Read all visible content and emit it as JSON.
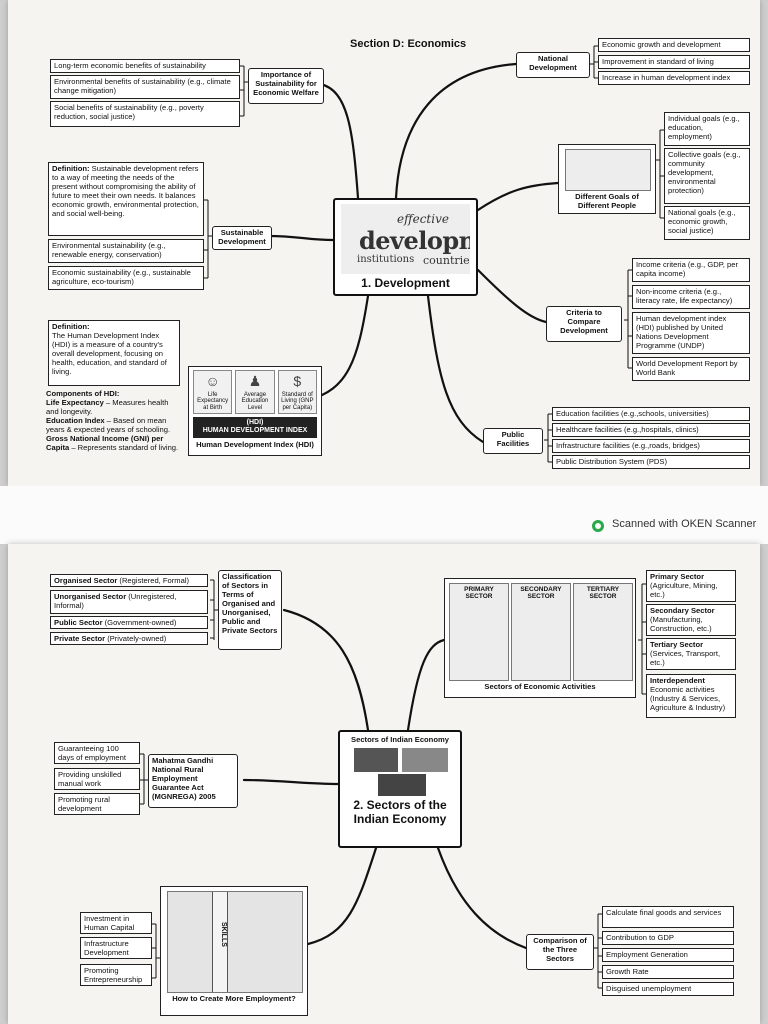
{
  "scanner": {
    "label": "Scanned with OKEN Scanner"
  },
  "page1": {
    "section_title": "Section D: Economics",
    "central": {
      "title": "1. Development",
      "cloud_main": "development",
      "cloud_word_a": "effective",
      "cloud_word_b": "institutions",
      "cloud_word_c": "countries"
    },
    "importance": {
      "label": "Importance of Sustainability for Economic Welfare",
      "items": [
        "Long-term economic benefits of sustainability",
        "Environmental benefits of sustainability (e.g., climate change mitigation)",
        "Social benefits of sustainability (e.g., poverty reduction, social justice)"
      ]
    },
    "sustainable": {
      "label": "Sustainable Development",
      "definition_label": "Definition:",
      "definition_text": "Sustainable development refers to a way of meeting the needs of the present without compromising the ability of future to meet their own needs. It balances economic growth, environmental protection, and social well-being.",
      "items": [
        "Environmental sustainability (e.g., renewable energy, conservation)",
        "Economic sustainability (e.g., sustainable agriculture, eco-tourism)"
      ]
    },
    "hdi": {
      "label": "Human Development Index (HDI)",
      "definition_label": "Definition:",
      "definition_text": "The Human Development Index (HDI) is a measure of a country's overall development, focusing on health, education, and standard of living.",
      "components_label": "Components of HDI:",
      "le_label": "Life Expectancy",
      "le_text": " – Measures health and longevity.",
      "ei_label": "Education Index",
      "ei_text": " – Based on mean years & expected years of schooling.",
      "gni_label": "Gross National Income (GNI) per Capita",
      "gni_text": " – Represents standard of living.",
      "img_le": "Life Expectancy at Birth",
      "img_edu": "Average Education Level",
      "img_sol": "Standard of Living (GNP per Capita)",
      "band_short": "(HDI)",
      "band_long": "HUMAN DEVELOPMENT INDEX"
    },
    "national": {
      "label": "National Development",
      "items": [
        "Economic growth and development",
        "Improvement in standard of living",
        "Increase in human development index"
      ]
    },
    "goals": {
      "label": "Different Goals of Different People",
      "items": [
        "Individual goals (e.g., education, employment)",
        "Collective goals (e.g., community development, environmental protection)",
        "National goals (e.g., economic growth, social justice)"
      ]
    },
    "criteria": {
      "label": "Criteria to Compare Development",
      "items": [
        "Income criteria (e.g., GDP, per capita income)",
        "Non-income criteria (e.g., literacy rate, life expectancy)",
        "Human development index (HDI) published by United Nations Development Programme (UNDP)",
        "World Development Report by World Bank"
      ]
    },
    "public": {
      "label": "Public Facilities",
      "items": [
        "Education facilities (e.g.,schools, universities)",
        "Healthcare facilities (e.g.,hospitals, clinics)",
        "Infrastructure facilities (e.g.,roads, bridges)",
        "Public Distribution System (PDS)"
      ]
    }
  },
  "page2": {
    "central": {
      "header": "Sectors of Indian Economy",
      "title": "2. Sectors of the Indian Economy"
    },
    "classification": {
      "label": "Classification of Sectors in Terms of Organised and Unorganised, Public and Private Sectors",
      "items": [
        {
          "bold": "Organised Sector",
          "rest": " (Registered, Formal)"
        },
        {
          "bold": "Unorganised Sector",
          "rest": " (Unregistered, Informal)"
        },
        {
          "bold": "Public Sector",
          "rest": " (Government-owned)"
        },
        {
          "bold": "Private Sector",
          "rest": " (Privately-owned)"
        }
      ]
    },
    "activities": {
      "label": "Sectors of Economic Activities",
      "img_primary": "PRIMARY SECTOR",
      "img_secondary": "SECONDARY SECTOR",
      "img_tertiary": "TERTIARY SECTOR",
      "items": [
        {
          "bold": "Primary Sector",
          "rest": " (Agriculture, Mining, etc.)"
        },
        {
          "bold": "Secondary Sector",
          "rest": " (Manufacturing, Construction, etc.)"
        },
        {
          "bold": "Tertiary Sector",
          "rest": " (Services, Transport, etc.)"
        },
        {
          "bold": "Interdependent",
          "rest": " Economic activities (Industry & Services, Agriculture & Industry)"
        }
      ]
    },
    "mgnrega": {
      "label": "Mahatma Gandhi National Rural Employment Guarantee Act (MGNREGA) 2005",
      "items": [
        "Guaranteeing 100 days of employment",
        "Providing unskilled manual work",
        "Promoting rural development"
      ]
    },
    "employment": {
      "label": "How to Create More Employment?",
      "img_word": "SKILLS",
      "items": [
        "Investment in Human Capital",
        "Infrastructure Development",
        "Promoting Entrepreneurship"
      ]
    },
    "comparison": {
      "label": "Comparison of the Three Sectors",
      "items": [
        "Calculate final goods and services",
        "Contribution to GDP",
        "Employment Generation",
        "Growth Rate",
        "Disguised unemployment"
      ]
    }
  }
}
